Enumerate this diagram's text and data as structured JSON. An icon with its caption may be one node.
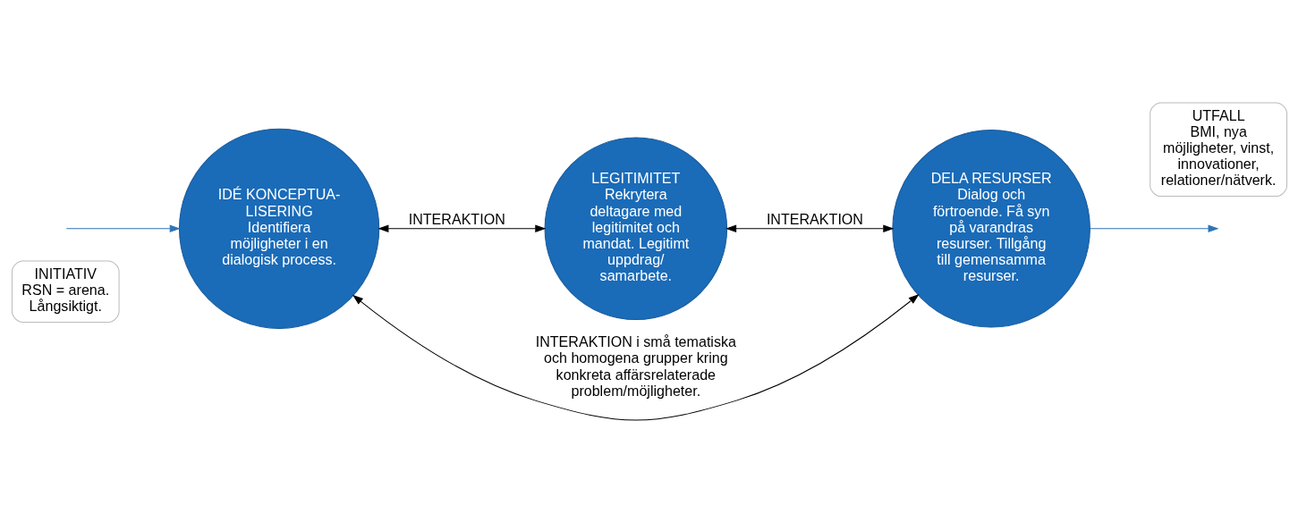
{
  "diagram": {
    "nodes": [
      {
        "text": [
          "INITIATIV",
          "RSN = arena. Långsiktigt."
        ]
      },
      {
        "text": [
          "IDÉ KONCEPTUA- LISERING",
          "Identifiera möjligheter i en dialogisk process."
        ]
      },
      {
        "text": [
          "LEGITIMITET",
          "Rekrytera deltagare med legitimitet och mandat. Legitimt uppdrag/ samarbete."
        ]
      },
      {
        "text": [
          "DELA RESURSER",
          "Dialog och förtroende. Få syn på varandras resurser. Tillgång till gemensamma resurser."
        ]
      },
      {
        "text": [
          "UTFALL",
          "BMI, nya möjligheter, vinst, innovationer, relationer/nätverk."
        ]
      }
    ],
    "edges": [
      {
        "from": null,
        "to": 1,
        "arrow": "to",
        "color": "#2e75b6"
      },
      {
        "from": 1,
        "to": 2,
        "arrow": "both",
        "label": "INTERAKTION"
      },
      {
        "from": 2,
        "to": 3,
        "arrow": "both",
        "label": "INTERAKTION"
      },
      {
        "from": 1,
        "to": 3,
        "arrow": "both",
        "label": "INTERAKTION i små tematiska och homogena grupper kring konkreta affärsrelaterade problem/möjligheter."
      },
      {
        "from": 3,
        "to": null,
        "arrow": "to",
        "color": "#2e75b6"
      }
    ]
  }
}
